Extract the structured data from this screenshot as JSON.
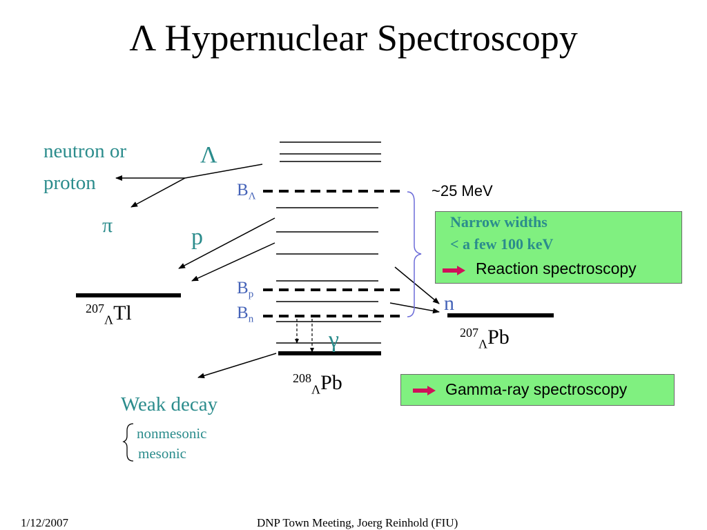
{
  "slide": {
    "title": "Λ Hypernuclear Spectroscopy",
    "footer_date": "1/12/2007",
    "footer_text": "DNP Town Meeting,  Joerg Reinhold (FIU)"
  },
  "diagram": {
    "left_labels": {
      "neutron_or": "neutron or",
      "proton": "proton",
      "lambda": "Λ",
      "pi": "π",
      "p": "p"
    },
    "nuclei": {
      "tl_mass": "207",
      "tl_sub": "Λ",
      "tl_name": "Tl",
      "pb208_mass": "208",
      "pb208_sub": "Λ",
      "pb208_name": "Pb",
      "pb207_mass": "207",
      "pb207_sub": "Λ",
      "pb207_name": "Pb"
    },
    "thresholds": {
      "b_lambda_main": "B",
      "b_lambda_sub": "Λ",
      "bp_main": "B",
      "bp_sub": "p",
      "bn_main": "B",
      "bn_sub": "n"
    },
    "energy": "~25 MeV",
    "n_label": "n",
    "gamma": "γ",
    "weak_decay": {
      "title": "Weak decay",
      "nonmesonic": "nonmesonic",
      "mesonic": "mesonic"
    },
    "box_reaction": {
      "line1": "Narrow widths",
      "line2": "<  a few 100 keV",
      "label": "Reaction spectroscopy"
    },
    "box_gamma": {
      "label": "Gamma-ray spectroscopy"
    },
    "colors": {
      "teal_text": "#2b8c8c",
      "blue_text": "#4563b8",
      "box_fill": "#80f080",
      "arrow_red": "#d0105a",
      "brace": "#6b6bd8"
    }
  }
}
